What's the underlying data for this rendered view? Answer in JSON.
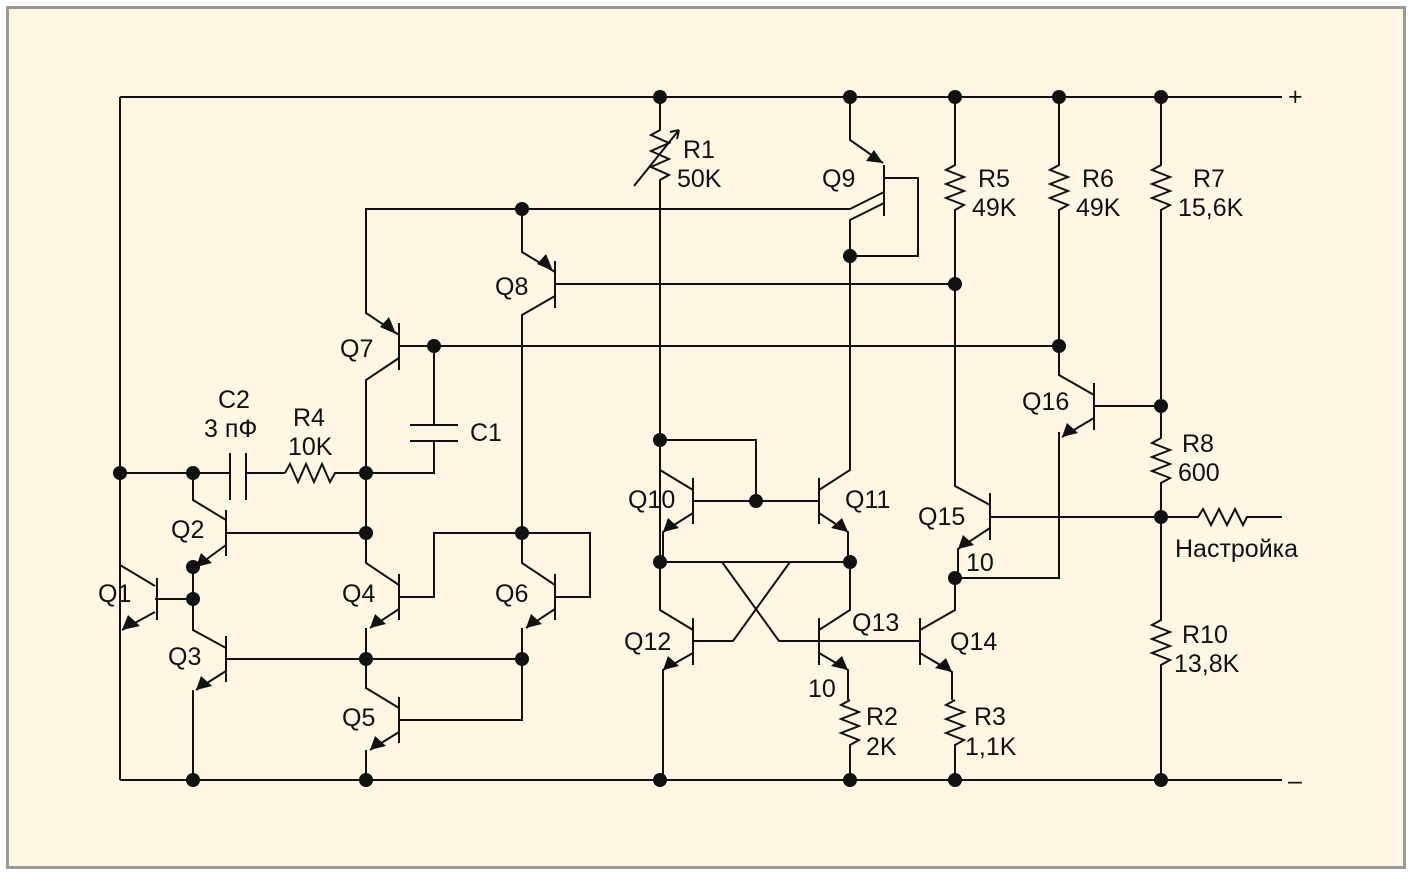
{
  "colors": {
    "background": "#fff7e4",
    "border": "#9a9a9a",
    "ink": "#111111"
  },
  "rails": {
    "positive": "+",
    "negative": "–"
  },
  "transistors": {
    "Q1": "Q1",
    "Q2": "Q2",
    "Q3": "Q3",
    "Q4": "Q4",
    "Q5": "Q5",
    "Q6": "Q6",
    "Q7": "Q7",
    "Q8": "Q8",
    "Q9": "Q9",
    "Q10": "Q10",
    "Q11": "Q11",
    "Q12": "Q12",
    "Q13": "Q13",
    "Q14": "Q14",
    "Q15": "Q15",
    "Q16": "Q16"
  },
  "resistors": {
    "R1": {
      "name": "R1",
      "value": "50K"
    },
    "R2": {
      "name": "R2",
      "value": "2K"
    },
    "R3": {
      "name": "R3",
      "value": "1,1K"
    },
    "R4": {
      "name": "R4",
      "value": "10K"
    },
    "R5": {
      "name": "R5",
      "value": "49K"
    },
    "R6": {
      "name": "R6",
      "value": "49K"
    },
    "R7": {
      "name": "R7",
      "value": "15,6K"
    },
    "R8": {
      "name": "R8",
      "value": "600"
    },
    "R10": {
      "name": "R10",
      "value": "13,8K"
    }
  },
  "capacitors": {
    "C1": {
      "name": "C1"
    },
    "C2": {
      "name": "C2",
      "value": "3 пФ"
    }
  },
  "area_ratios": {
    "q13": "10",
    "q15": "10"
  },
  "adjust_label": "Настройка"
}
